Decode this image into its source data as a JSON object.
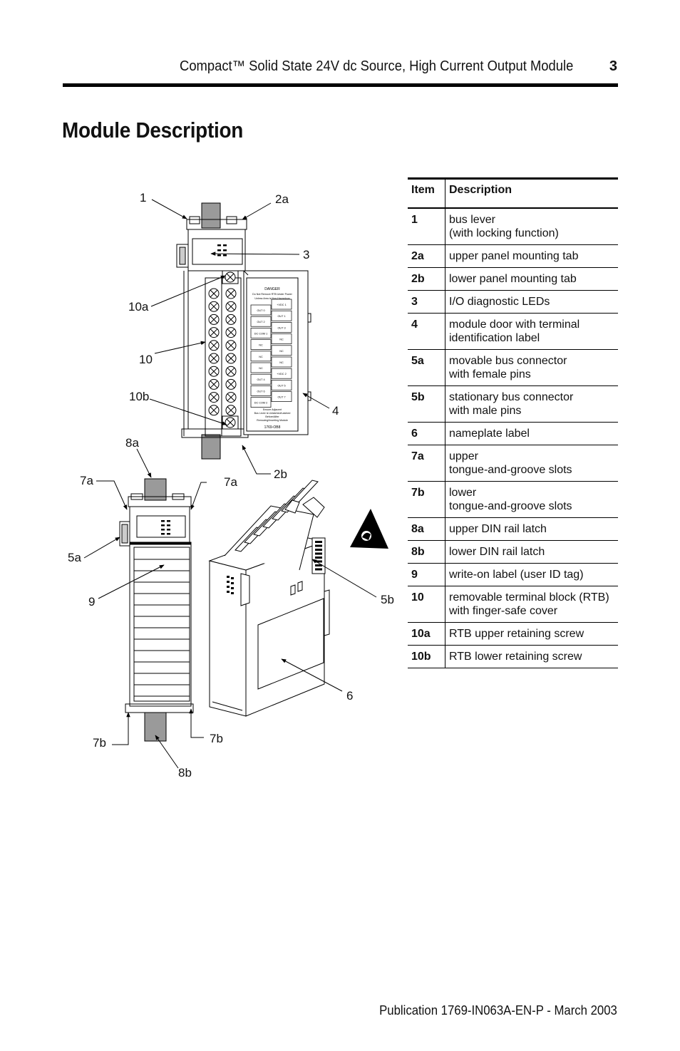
{
  "header": {
    "title": "Compact™ Solid State 24V dc Source, High Current Output Module",
    "page_number": "3"
  },
  "section_heading": "Module Description",
  "figure": {
    "callouts": [
      "1",
      "2a",
      "3",
      "10a",
      "10",
      "10b",
      "4",
      "2b",
      "8a",
      "7a",
      "7a",
      "5a",
      "9",
      "7b",
      "7b",
      "8b",
      "5b",
      "6"
    ],
    "door_label": {
      "danger_title": "DANGER",
      "danger_text_1": "Do Not Remove RTB Under Power",
      "danger_text_2": "Unless Area is Non-Hazardous",
      "left_terminals": [
        "OUT 0",
        "OUT 2",
        "DC COM 1",
        "NC",
        "NC",
        "NC",
        "OUT 4",
        "OUT 6",
        "DC COM 2"
      ],
      "right_terminals": [
        "+VDC 1",
        "OUT 1",
        "OUT 3",
        "NC",
        "NC",
        "NC",
        "+VDC 2",
        "OUT 5",
        "OUT 7"
      ],
      "warning_text_1": "Ensure Adjacent",
      "warning_text_2": "Bus Lever is Unlatched/Latched",
      "warning_text_3": "Before/After",
      "warning_text_4": "Removing/Inserting Module",
      "catalog_number": "1769-OB8"
    }
  },
  "table": {
    "headers": [
      "Item",
      "Description"
    ],
    "rows": [
      {
        "item": "1",
        "lines": [
          "bus lever",
          "(with locking function)"
        ]
      },
      {
        "item": "2a",
        "lines": [
          "upper panel mounting tab"
        ]
      },
      {
        "item": "2b",
        "lines": [
          "lower panel mounting tab"
        ]
      },
      {
        "item": "3",
        "lines": [
          "I/O diagnostic LEDs"
        ]
      },
      {
        "item": "4",
        "lines": [
          "module door with terminal",
          "identification label"
        ]
      },
      {
        "item": "5a",
        "lines": [
          "movable bus connector",
          "with female pins"
        ]
      },
      {
        "item": "5b",
        "lines": [
          "stationary bus connector",
          "with male pins"
        ]
      },
      {
        "item": "6",
        "lines": [
          "nameplate label"
        ]
      },
      {
        "item": "7a",
        "lines": [
          "upper",
          "tongue-and-groove slots"
        ]
      },
      {
        "item": "7b",
        "lines": [
          "lower",
          "tongue-and-groove slots"
        ]
      },
      {
        "item": "8a",
        "lines": [
          "upper DIN rail latch"
        ]
      },
      {
        "item": "8b",
        "lines": [
          "lower DIN rail latch"
        ]
      },
      {
        "item": "9",
        "lines": [
          "write-on label (user ID tag)"
        ]
      },
      {
        "item": "10",
        "lines": [
          "removable terminal block (RTB)",
          "with finger-safe cover"
        ]
      },
      {
        "item": "10a",
        "lines": [
          "RTB upper retaining screw"
        ]
      },
      {
        "item": "10b",
        "lines": [
          "RTB lower retaining screw"
        ]
      }
    ]
  },
  "footer": {
    "publication": "Publication 1769-IN063A-EN-P - March 2003"
  }
}
